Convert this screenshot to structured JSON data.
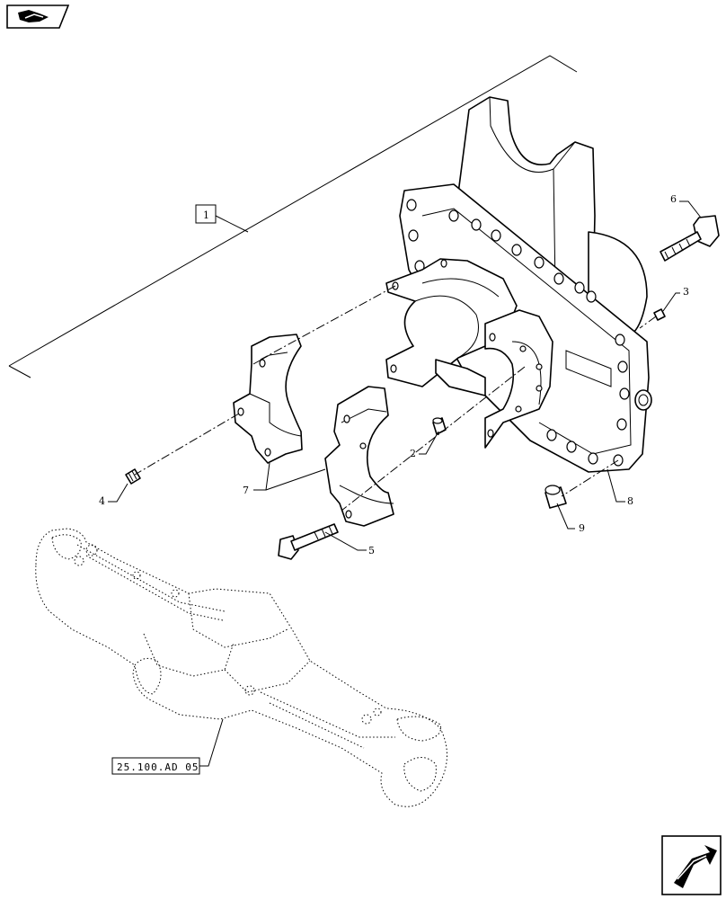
{
  "callouts": {
    "assembly": "1",
    "part_2": "2",
    "part_3": "3",
    "part_4": "4",
    "part_5": "5",
    "part_6": "6",
    "part_7": "7",
    "part_8": "8",
    "part_9": "9"
  },
  "reference": "25.100.AD 05",
  "icons": {
    "top_left": "part-tab-icon",
    "bottom_right": "next-page-arrow-icon"
  }
}
